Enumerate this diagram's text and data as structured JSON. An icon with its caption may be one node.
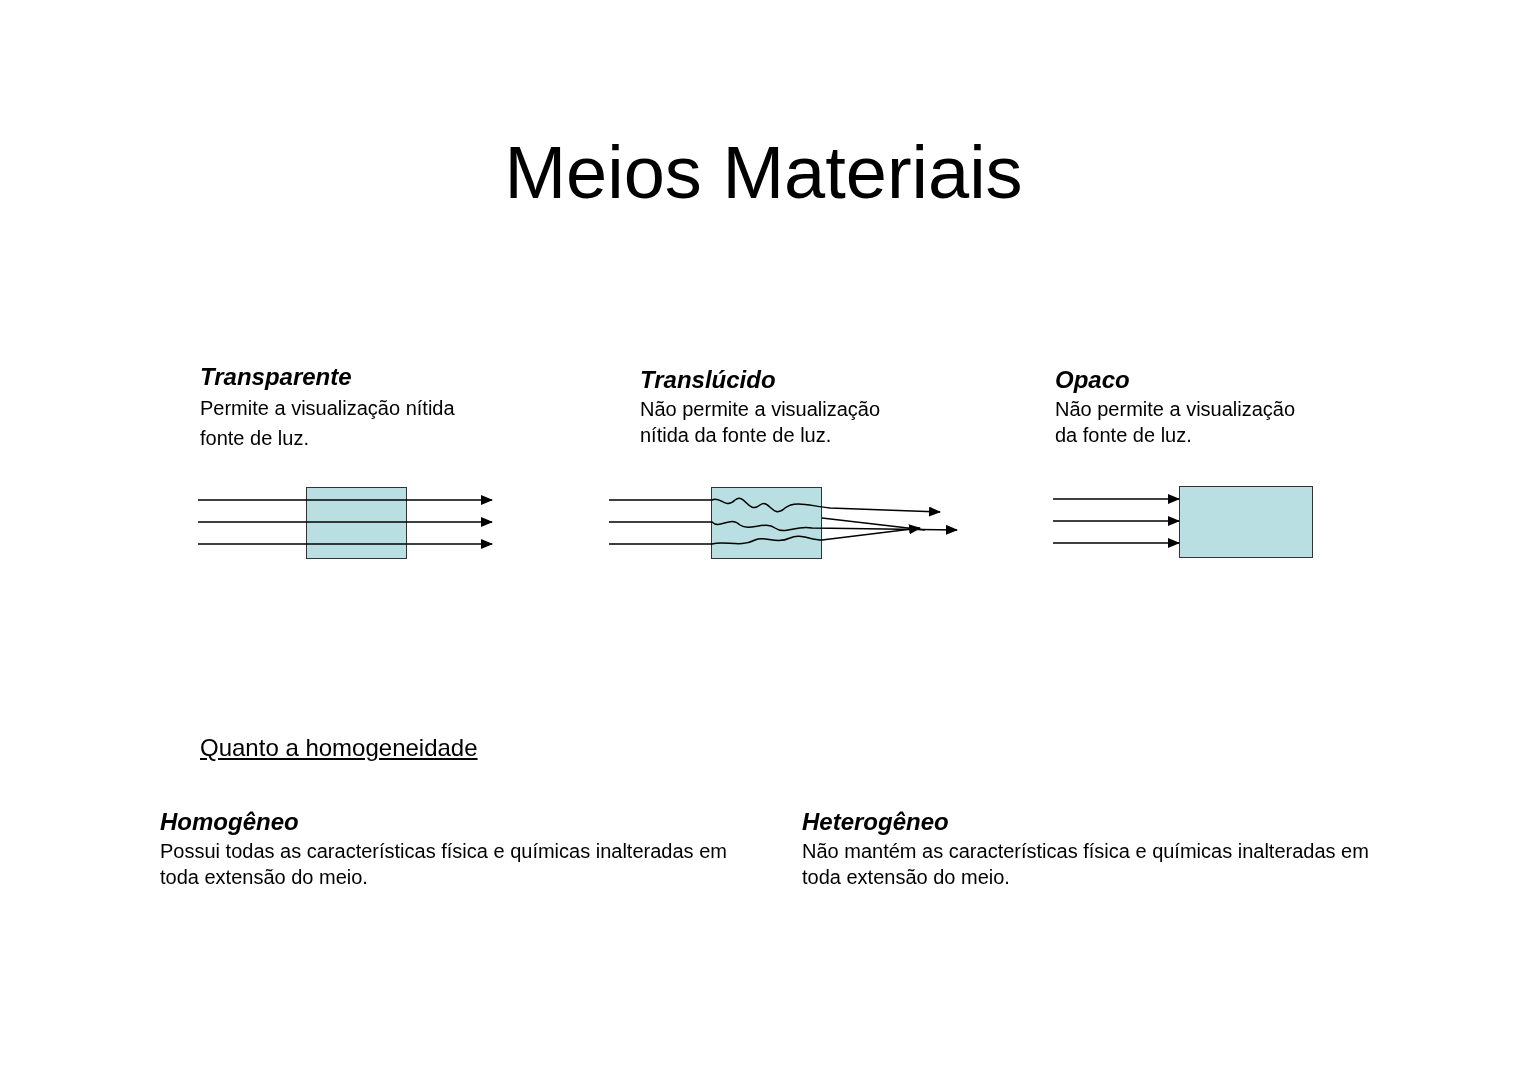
{
  "diagram": {
    "title": "Meios Materiais",
    "nodes": [
      {
        "text": [],
        "shape": "box"
      },
      {
        "text": [],
        "shape": "box"
      },
      {
        "text": [],
        "shape": "box"
      }
    ],
    "edges": [
      {
        "from": null,
        "to": 2,
        "arrow": "to"
      },
      {
        "from": null,
        "to": 2,
        "arrow": "to"
      },
      {
        "from": null,
        "to": 2,
        "arrow": "to"
      }
    ],
    "labels": [
      "Transparente",
      "Permite a visualização nítida fonte de luz.",
      "Translúcido",
      "Não permite a visualização nítida da fonte de luz.",
      "Opaco",
      "Não permite a visualização da fonte de luz.",
      "Quanto a homogeneidade",
      "Homogêneo",
      "Possui todas as características física e químicas inalteradas em toda extensão do meio.",
      "Heterogêneo",
      "Não mantém as características física e químicas inalteradas em toda extensão do meio."
    ]
  }
}
